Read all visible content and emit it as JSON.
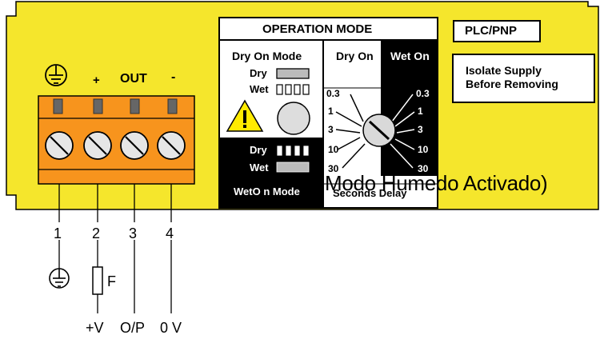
{
  "terminal_labels": {
    "plus": "+",
    "out": "OUT",
    "minus": "-"
  },
  "terminal_numbers": [
    "1",
    "2",
    "3",
    "4"
  ],
  "bottom_labels": {
    "v_plus": "+V",
    "op": "O/P",
    "zero_v": "0 V",
    "fuse": "F"
  },
  "plc_label": "PLC/PNP",
  "isolate": {
    "line1": "Isolate Supply",
    "line2": "Before Removing"
  },
  "operation": {
    "title": "OPERATION MODE",
    "dry_on_mode": "Dry On Mode",
    "dry": "Dry",
    "wet": "Wet",
    "wet_on_mode": "WetO n Mode",
    "dry_on": "Dry On",
    "wet_on": "Wet On",
    "left_scale": [
      "0.3",
      "1",
      "3",
      "10",
      "30"
    ],
    "right_scale": [
      "0.3",
      "1",
      "3",
      "10",
      "30"
    ],
    "seconds_delay": "Seconds Delay"
  },
  "overlay_caption": "Modo Humedo Activado)",
  "colors": {
    "panel": "#f5e62c",
    "terminal": "#f7941d",
    "black": "#000000"
  }
}
